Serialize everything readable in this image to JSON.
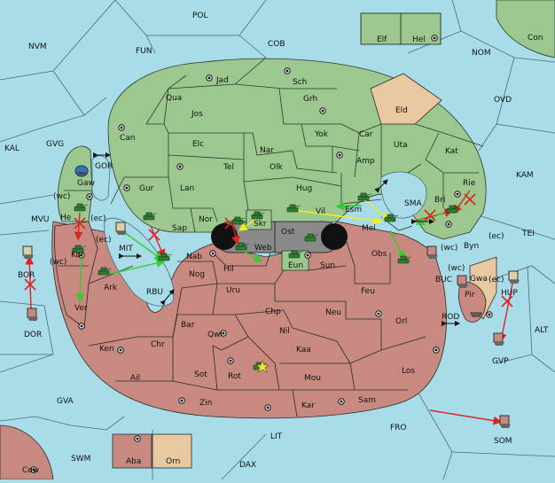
{
  "colors": {
    "sea": "#a8dce8",
    "green_power": "#9cc890",
    "red_power": "#c88a80",
    "neutral": "#e8c8a0",
    "center": "#8a8a8a",
    "move_green": "#33cc33",
    "move_yellow": "#eeee22",
    "move_red": "#dd2222"
  },
  "sea_labels": {
    "pol": "POL",
    "nvm": "NVM",
    "fun": "FUN",
    "cob": "COB",
    "nom": "NOM",
    "con": "Con",
    "ovd": "OVD",
    "kal": "KAL",
    "gvg": "GVG",
    "kam": "KAM",
    "gor": "GOR",
    "sma": "SMA",
    "mvu": "MVU",
    "mit": "MIT",
    "tei": "TEI",
    "bor": "BOR",
    "rbu": "RBU",
    "buc": "BUC",
    "dor": "DOR",
    "rod": "ROD",
    "alt": "ALT",
    "gvp": "GVP",
    "gva": "GVA",
    "fro": "FRO",
    "som": "SOM",
    "swm": "SWM",
    "lit": "LIT",
    "dax": "DAX",
    "cow": "Cow"
  },
  "green_labels": {
    "jad": "Jad",
    "sch": "Sch",
    "qua": "Qua",
    "jos": "Jos",
    "grh": "Grh",
    "can": "Can",
    "yok": "Yok",
    "car": "Car",
    "elc": "Elc",
    "nar": "Nar",
    "uta": "Uta",
    "kat": "Kat",
    "tel": "Tel",
    "olk": "Olk",
    "amp": "Amp",
    "gaw": "Gaw",
    "gur": "Gur",
    "lan": "Lan",
    "hug": "Hug",
    "bri": "Bri",
    "rie": "Rie",
    "nor": "Nor",
    "skr": "Skr",
    "vil": "Vil",
    "esm": "Esm",
    "he": "He",
    "sap": "Sap",
    "mel": "Mel",
    "elf": "Elf",
    "hel": "Hel"
  },
  "red_labels": {
    "kor": "Kor",
    "nab": "Nab",
    "hil": "Hil",
    "eun": "Eun",
    "sun": "Sun",
    "obs": "Obs",
    "byn": "Byn",
    "ark": "Ark",
    "nog": "Nog",
    "uru": "Uru",
    "feu": "Feu",
    "ver": "Ver",
    "chp": "Chp",
    "neu": "Neu",
    "orl": "Orl",
    "pir": "Pir",
    "bar": "Bar",
    "qwi": "Qwi",
    "nil": "Nil",
    "ken": "Ken",
    "chr": "Chr",
    "kaa": "Kaa",
    "ail": "Ail",
    "sot": "Sot",
    "rot": "Rot",
    "mou": "Mou",
    "los": "Los",
    "zin": "Zin",
    "kar": "Kar",
    "sam": "Sam",
    "aba": "Aba"
  },
  "neutral_labels": {
    "eld": "Eld",
    "gwa": "Gwa",
    "orn": "Orn"
  },
  "center_labels": {
    "web": "Web",
    "ost": "Ost"
  },
  "coast_labels": {
    "wc": "(wc)",
    "ec": "(ec)"
  },
  "coast_abbr": {
    "hup": "HUP"
  }
}
